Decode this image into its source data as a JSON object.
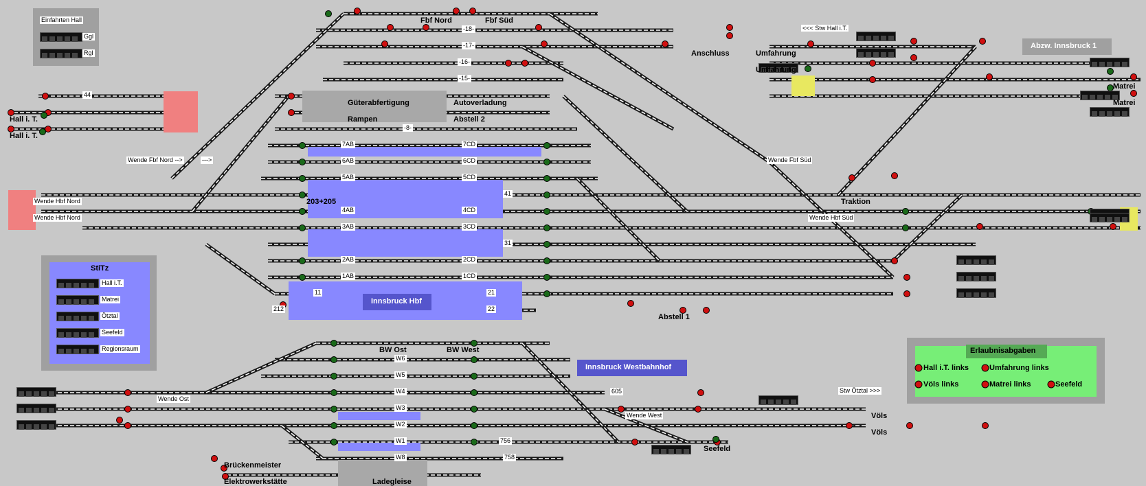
{
  "colors": {
    "background": "#c8c8c8",
    "track": "#1a1a1a",
    "track_highlight": "#ffffff",
    "signal_red": "#d01010",
    "signal_green": "#1a6a1a",
    "platform_blue": "#8888ff",
    "zone_pink": "#f08080",
    "zone_yellow": "#e8e860",
    "panel_gray": "#a0a0a0",
    "green_panel": "#77ee77",
    "station_title_blue": "#5555cc"
  },
  "legend_einfahrten": {
    "title": "Einfahrten Hall",
    "rows": [
      "Ggl",
      "Rgl"
    ]
  },
  "legend_stilz": {
    "title": "StiTz",
    "rows": [
      "Hall i.T.",
      "Matrei",
      "Ötztal",
      "Seefeld",
      "Regionsraum"
    ]
  },
  "erlaubnis": {
    "title": "Erlaubnisabgaben",
    "items": [
      "Hall i.T. links",
      "Umfahrung links",
      "Völs links",
      "Matrei links",
      "Seefeld"
    ]
  },
  "abzw": {
    "title": "Abzw. Innsbruck 1"
  },
  "stations": {
    "hbf": "Innsbruck Hbf",
    "westbahnhof": "Innsbruck Westbahnhof"
  },
  "labels": {
    "fbf_nord": "Fbf Nord",
    "fbf_sued": "Fbf Süd",
    "anschluss": "Anschluss",
    "gueterabfertigung": "Güterabfertigung",
    "rampen": "Rampen",
    "autoverladung": "Autoverladung",
    "abstell2": "Abstell 2",
    "umfahrung1": "Umfahrung",
    "umfahrung2": "Umfahrung",
    "stw_hall": "<<< Stw Hall i.T.",
    "hall1": "Hall i. T.",
    "hall2": "Hall i. T.",
    "matrei1": "Matrei",
    "matrei2": "Matrei",
    "wende_fbf_nord": "Wende Fbf Nord -->",
    "arrow": "--->",
    "wende_hbf_nord1": "Wende Hbf Nord",
    "wende_hbf_nord2": "Wende Hbf Nord",
    "l203": "203+205",
    "wende_fbf_sued": "Wende Fbf Süd",
    "traktion": "Traktion",
    "wende_hbf_sued": "Wende Hbf Süd",
    "abstell1": "Abstell 1",
    "bw_ost": "BW Ost",
    "bw_west": "BW West",
    "wende_ost": "Wende Ost",
    "wende_west": "Wende West",
    "stw_oetztal": "Stw Ötztal >>>",
    "voels1": "Völs",
    "voels2": "Völs",
    "seefeld": "Seefeld",
    "brueckenmeister": "Brückenmeister",
    "elektrowerkstaette": "Elektrowerkstätte",
    "ladegleise": "Ladegleise"
  },
  "hbf_tracks": [
    {
      "left": "-18-",
      "right": ""
    },
    {
      "left": "-17-",
      "right": ""
    },
    {
      "left": "-16-",
      "right": ""
    },
    {
      "left": "-15-",
      "right": ""
    },
    {
      "left": "-8-",
      "right": ""
    },
    {
      "left": "7AB",
      "right": "7CD"
    },
    {
      "left": "6AB",
      "right": "6CD"
    },
    {
      "left": "5AB",
      "right": "5CD"
    },
    {
      "left": "4AB",
      "right": "4CD"
    },
    {
      "left": "3AB",
      "right": "3CD"
    },
    {
      "left": "2AB",
      "right": "2CD"
    },
    {
      "left": "1AB",
      "right": "1CD"
    }
  ],
  "west_tracks": [
    "W6",
    "W5",
    "W4",
    "W3",
    "W2",
    "W1",
    "W8"
  ],
  "numbers": {
    "n44": "44",
    "n41": "41",
    "n31": "31",
    "n11": "11",
    "n21": "21",
    "n22": "22",
    "n212": "212",
    "n756": "756",
    "n758": "758",
    "n605": "605"
  }
}
